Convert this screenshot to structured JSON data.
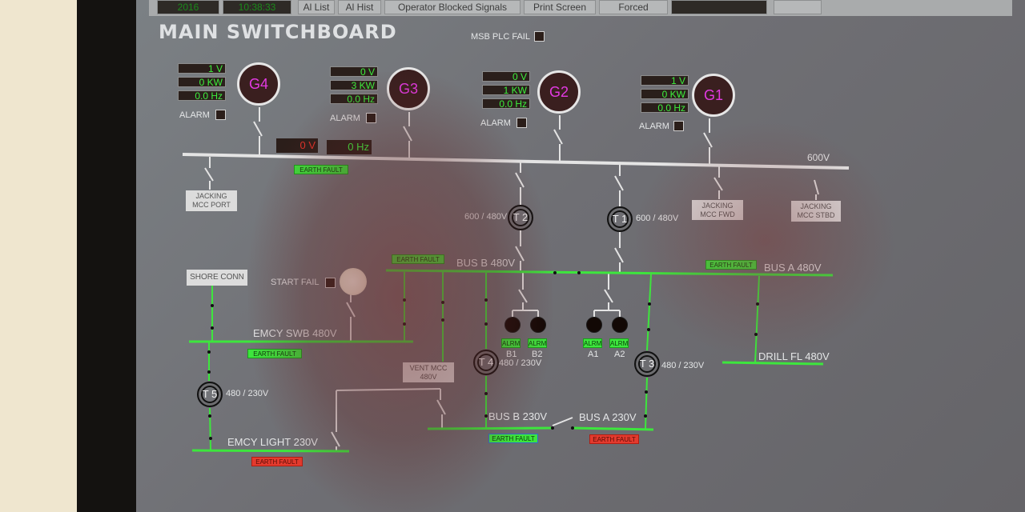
{
  "topbar": {
    "date": "2016",
    "time": "10:38:33",
    "tabs": [
      "Al List",
      "Al Hist",
      "Operator Blocked Signals",
      "Print Screen",
      "Forced"
    ]
  },
  "title": "MAIN SWITCHBOARD",
  "msb_plc_fail": "MSB PLC FAIL",
  "generators": [
    {
      "name": "G4",
      "v": "1 V",
      "kw": "0 KW",
      "hz": "0.0 Hz",
      "alarm": "ALARM"
    },
    {
      "name": "G3",
      "v": "0 V",
      "kw": "3 KW",
      "hz": "0.0 Hz",
      "alarm": "ALARM"
    },
    {
      "name": "G2",
      "v": "0 V",
      "kw": "1 KW",
      "hz": "0.0 Hz",
      "alarm": "ALARM"
    },
    {
      "name": "G1",
      "v": "1 V",
      "kw": "0 KW",
      "hz": "0.0 Hz",
      "alarm": "ALARM"
    }
  ],
  "bus600": {
    "label": "600V",
    "volt_readout": "0 V",
    "hz_readout": "0 Hz"
  },
  "earth_fault": "EARTH FAULT",
  "feeders": {
    "jacking_mcc_port": [
      "JACKING",
      "MCC PORT"
    ],
    "jacking_mcc_fwd": [
      "JACKING",
      "MCC FWD"
    ],
    "jacking_mcc_stbd": [
      "JACKING",
      "MCC STBD"
    ],
    "vent_mcc": [
      "VENT MCC",
      "480V"
    ]
  },
  "transformers": {
    "t2": {
      "name": "T 2",
      "ratio": "600 / 480V"
    },
    "t1": {
      "name": "T 1",
      "ratio": "600 / 480V"
    },
    "t4": {
      "name": "T 4",
      "ratio": "480 / 230V"
    },
    "t3": {
      "name": "T 3",
      "ratio": "480 / 230V"
    },
    "t5": {
      "name": "T 5",
      "ratio": "480 / 230V"
    }
  },
  "buses": {
    "bus_b_480": "BUS B 480V",
    "bus_a_480": "BUS A 480V",
    "emcy_swb": "EMCY SWB 480V",
    "drill_fl": "DRILL FL 480V",
    "bus_b_230": "BUS B 230V",
    "bus_a_230": "BUS A 230V",
    "emcy_light": "EMCY LIGHT 230V"
  },
  "shore_conn": "SHORE CONN",
  "start_fail": "START FAIL",
  "motors": {
    "alrm": "ALRM",
    "labels": [
      "B1",
      "B2",
      "A1",
      "A2"
    ]
  },
  "colors": {
    "bus_live": "#3de63d",
    "bus_dead": "#e4e4e4",
    "earth_fault_ok": "#3de63d",
    "earth_fault_alarm": "#e33a2e",
    "generator_label": "#e23ae2"
  }
}
